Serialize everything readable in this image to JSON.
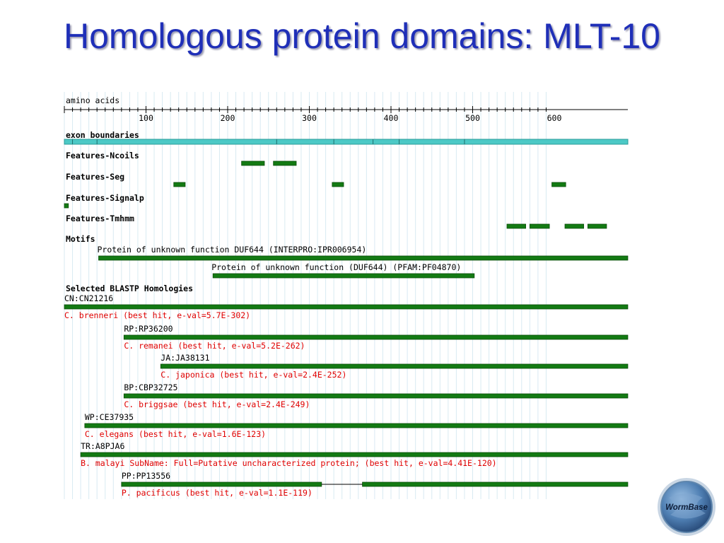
{
  "slide": {
    "title": "Homologous protein domains: MLT-10"
  },
  "logo": {
    "text": "WormBase"
  },
  "colors": {
    "title": "#1f2fb8",
    "exon_bar": "#4cc9c6",
    "feature_bar": "#137a13",
    "hit_label": "#e00000",
    "grid": "#d8eaf2"
  },
  "diagram": {
    "ruler": {
      "label": "amino acids",
      "min": 0,
      "max": 590,
      "major_ticks": [
        100,
        200,
        300,
        400,
        500,
        600
      ],
      "minor_step": 10
    },
    "exons": {
      "label": "exon boundaries",
      "boundaries": [
        10,
        40,
        260,
        330,
        378,
        410,
        490
      ]
    },
    "tracks": [
      {
        "label": "Features-Ncoils",
        "segments": [
          [
            217,
            245
          ],
          [
            256,
            284
          ]
        ]
      },
      {
        "label": "Features-Seg",
        "segments": [
          [
            134,
            148
          ],
          [
            328,
            342
          ],
          [
            597,
            614
          ]
        ]
      },
      {
        "label": "Features-Signalp",
        "segments": [
          [
            -14,
            5
          ]
        ]
      },
      {
        "label": "Features-Tmhmm",
        "segments": [
          [
            542,
            565
          ],
          [
            570,
            594
          ],
          [
            613,
            636
          ],
          [
            641,
            664
          ]
        ]
      }
    ],
    "motifs": {
      "label": "Motifs",
      "items": [
        {
          "name": "Protein of unknown function DUF644 (INTERPRO:IPR006954)",
          "start": 42,
          "end": 690
        },
        {
          "name": "Protein of unknown function (DUF644) (PFAM:PF04870)",
          "start": 182,
          "end": 502
        }
      ]
    },
    "homologies": {
      "label": "Selected BLASTP Homologies",
      "items": [
        {
          "id": "CN:CN21216",
          "desc": "C. brenneri  (best hit, e-val=5.7E-302)",
          "segments": [
            [
              -12,
              690
            ]
          ]
        },
        {
          "id": "RP:RP36200",
          "desc": "C. remanei  (best hit, e-val=5.2E-262)",
          "segments": [
            [
              73,
              690
            ]
          ]
        },
        {
          "id": "JA:JA38131",
          "desc": "C. japonica  (best hit, e-val=2.4E-252)",
          "segments": [
            [
              118,
              690
            ]
          ]
        },
        {
          "id": "BP:CBP32725",
          "desc": "C. briggsae  (best hit, e-val=2.4E-249)",
          "segments": [
            [
              73,
              690
            ]
          ]
        },
        {
          "id": "WP:CE37935",
          "desc": "C. elegans  (best hit, e-val=1.6E-123)",
          "segments": [
            [
              25,
              690
            ]
          ]
        },
        {
          "id": "TR:A8PJA6",
          "desc": "B. malayi SubName: Full=Putative uncharacterized protein; (best hit, e-val=4.41E-120)",
          "segments": [
            [
              20,
              690
            ]
          ]
        },
        {
          "id": "PP:PP13556",
          "desc": "P. pacificus  (best hit, e-val=1.1E-119)",
          "segments": [
            [
              70,
              315
            ],
            [
              365,
              690
            ]
          ],
          "connector": true
        }
      ]
    }
  }
}
